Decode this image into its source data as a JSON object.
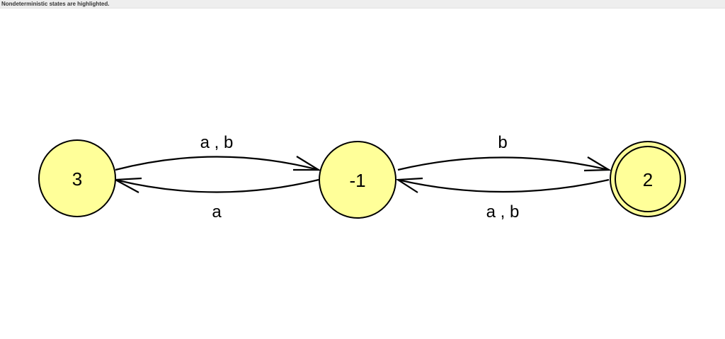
{
  "status_bar": {
    "message": "Nondeterministic states are highlighted."
  },
  "colors": {
    "state_fill": "#ffff99",
    "state_stroke": "#000000",
    "edge_stroke": "#000000",
    "status_bar_bg": "#eeeeee"
  },
  "automaton": {
    "states": [
      {
        "id": "s3",
        "label": "3",
        "final": false
      },
      {
        "id": "sm1",
        "label": "-1",
        "final": false
      },
      {
        "id": "s2",
        "label": "2",
        "final": true
      }
    ],
    "transitions": [
      {
        "id": "t-3-to-m1",
        "from": "3",
        "to": "-1",
        "label": "a , b"
      },
      {
        "id": "t-m1-to-3",
        "from": "-1",
        "to": "3",
        "label": "a"
      },
      {
        "id": "t-m1-to-2",
        "from": "-1",
        "to": "2",
        "label": "b"
      },
      {
        "id": "t-2-to-m1",
        "from": "2",
        "to": "-1",
        "label": "a , b"
      }
    ]
  }
}
